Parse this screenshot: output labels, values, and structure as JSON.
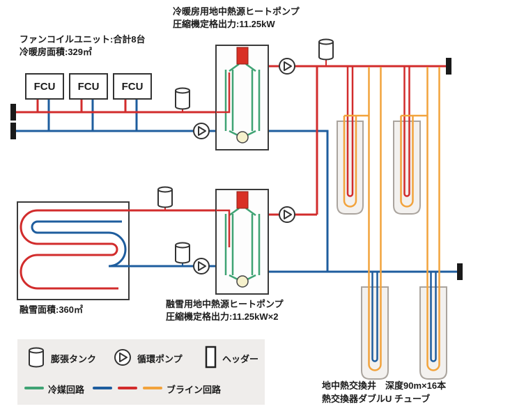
{
  "colors": {
    "red": "#d22c2c",
    "blue": "#1e5d9e",
    "green": "#3fa374",
    "orange": "#f2a33c",
    "well_fill": "#f3f1ef",
    "legend_bg": "#efedeb"
  },
  "hp1": {
    "line1": "冷暖房用地中熱源ヒートポンプ",
    "line2": "圧縮機定格出力:11.25kW"
  },
  "fcu": {
    "line1": "ファンコイルユニット:合計8台",
    "line2": "冷暖房面積:329㎡",
    "units": [
      "FCU",
      "FCU",
      "FCU"
    ]
  },
  "snow": {
    "area_label": "融雪面積:360㎡"
  },
  "hp2": {
    "line1": "融雪用地中熱源ヒートポンプ",
    "line2": "圧縮機定格出力:11.25kW×2"
  },
  "wells": {
    "line1": "地中熱交換井　深度90m×16本",
    "line2": "熱交換器ダブルU チューブ"
  },
  "legend": {
    "expansion_tank": "膨張タンク",
    "circulation_pump": "循環ポンプ",
    "header": "ヘッダー",
    "refrigerant_circuit": "冷媒回路",
    "brine_circuit": "ブライン回路"
  }
}
